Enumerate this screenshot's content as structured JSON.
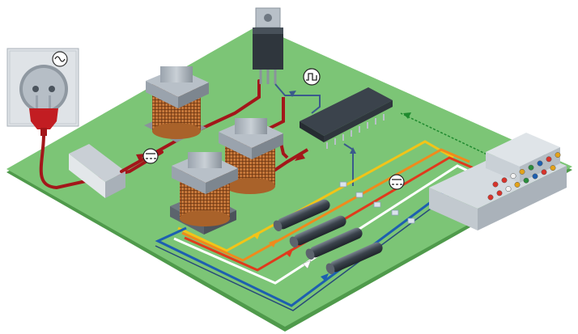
{
  "diagram": {
    "symbols": {
      "ac_supply": "sine-wave-symbol",
      "pulse_signal": "square-wave-symbol",
      "dc_output_1": "dc-symbol",
      "dc_output_2": "dc-symbol"
    },
    "colors": {
      "board": "#7cc576",
      "board_edge": "#4f9a4b",
      "mains_line": "#a3161a",
      "signal_line": "#3b5a8c",
      "control_line": "#1f8a2e",
      "rail_yellow": "#f2c418",
      "rail_orange": "#f08a1c",
      "rail_red": "#e03a1c",
      "rail_white": "#ffffff",
      "rail_blue": "#1d5fb0",
      "copper": "#c87a3c",
      "core_grey": "#9aa3ad"
    },
    "connector_pins": [
      "#d8332b",
      "#d8332b",
      "#f2f2f2",
      "#e3a21a",
      "#2a8d3c",
      "#1e5fb0",
      "#d8332b",
      "#e3a21a"
    ]
  }
}
